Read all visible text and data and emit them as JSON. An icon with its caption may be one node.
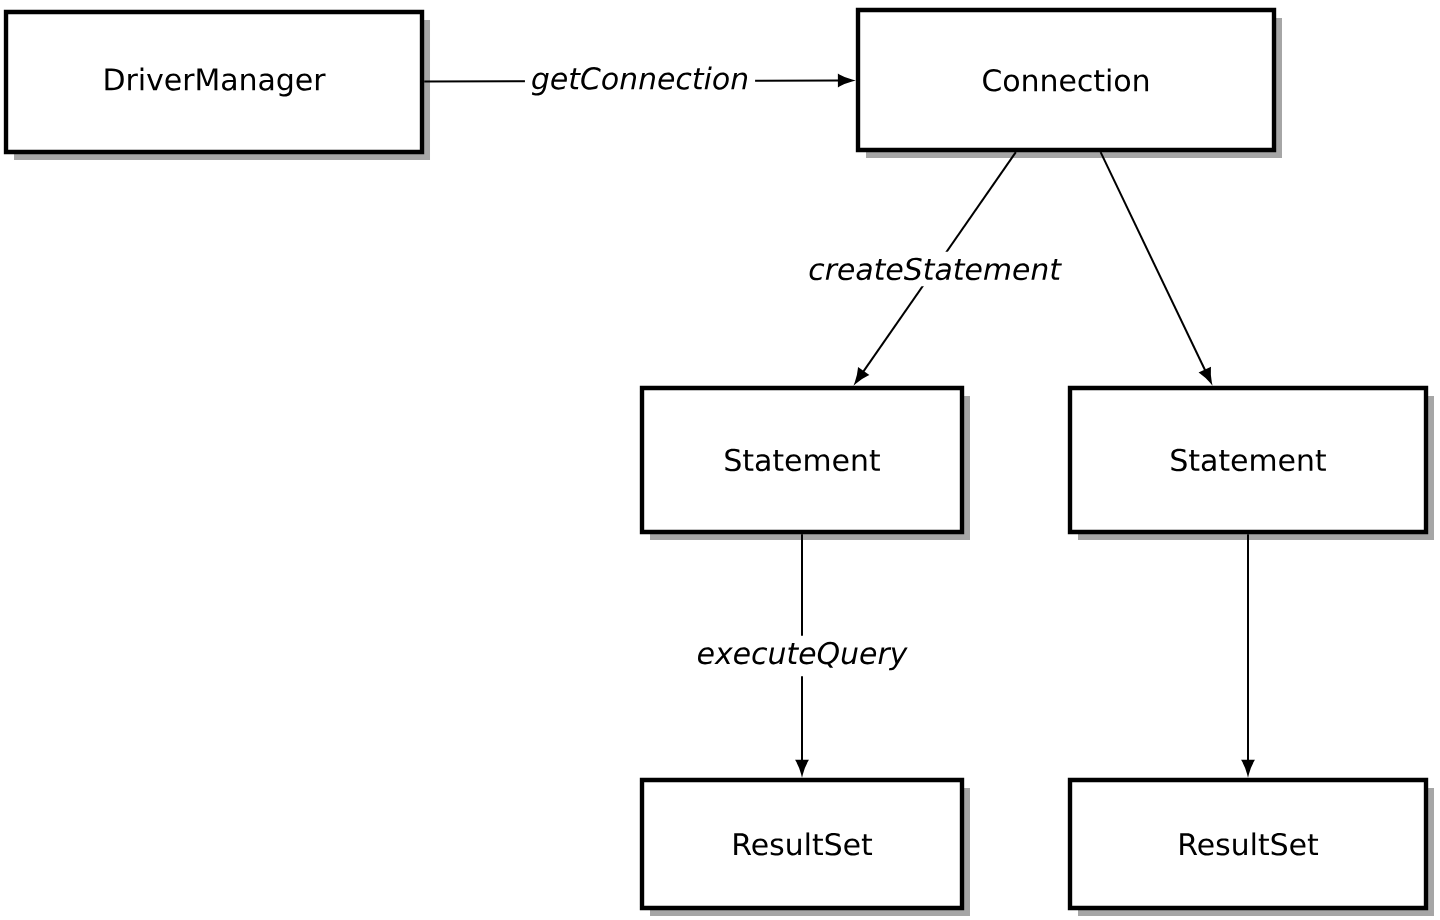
{
  "diagram": {
    "nodes": [
      {
        "text": [
          "DriverManager"
        ]
      },
      {
        "text": [
          "Connection"
        ]
      },
      {
        "text": [
          "Statement"
        ]
      },
      {
        "text": [
          "Statement"
        ]
      },
      {
        "text": [
          "ResultSet"
        ]
      },
      {
        "text": [
          "ResultSet"
        ]
      }
    ],
    "edges": [
      {
        "from": 0,
        "to": 1,
        "arrow": "to",
        "label": "getConnection"
      },
      {
        "from": 1,
        "to": 2,
        "arrow": "to",
        "label": "createStatement"
      },
      {
        "from": 1,
        "to": 3,
        "arrow": "to"
      },
      {
        "from": 2,
        "to": 4,
        "arrow": "to",
        "label": "executeQuery"
      },
      {
        "from": 3,
        "to": 5,
        "arrow": "to"
      }
    ]
  }
}
